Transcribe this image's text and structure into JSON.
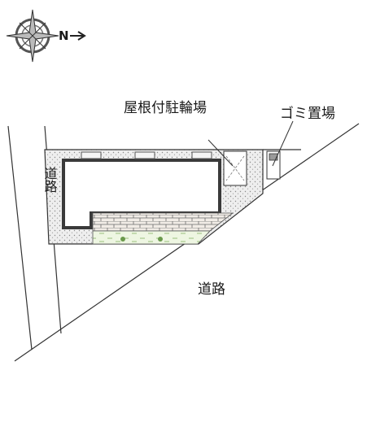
{
  "compass": {
    "north_label": "N"
  },
  "labels": {
    "roof_bicycle_parking": "屋根付駐輪場",
    "garbage_area": "ゴミ置場",
    "road_main": "道路",
    "road_side": "道路"
  },
  "colors": {
    "lot_hatch": "#d9d9d9",
    "building_outline": "#3a3a3a",
    "garden_green": "#eaf4dc",
    "brick_red": "#e7e0d8",
    "line": "#333333"
  }
}
